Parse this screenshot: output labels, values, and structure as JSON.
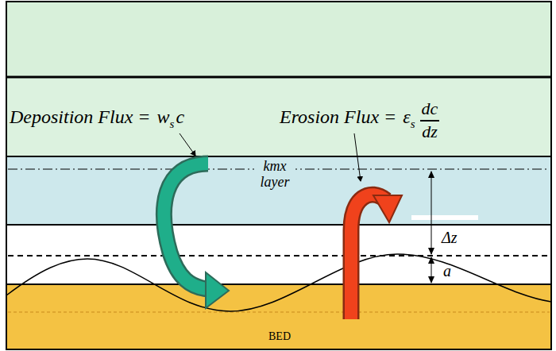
{
  "diagram": {
    "labels": [
      "Deposition Flux =",
      "w",
      "s",
      "c",
      "Erosion Flux =",
      "ε",
      "s",
      "dc",
      "dz",
      "kmx layer",
      "Δz",
      "a",
      "BED"
    ]
  }
}
